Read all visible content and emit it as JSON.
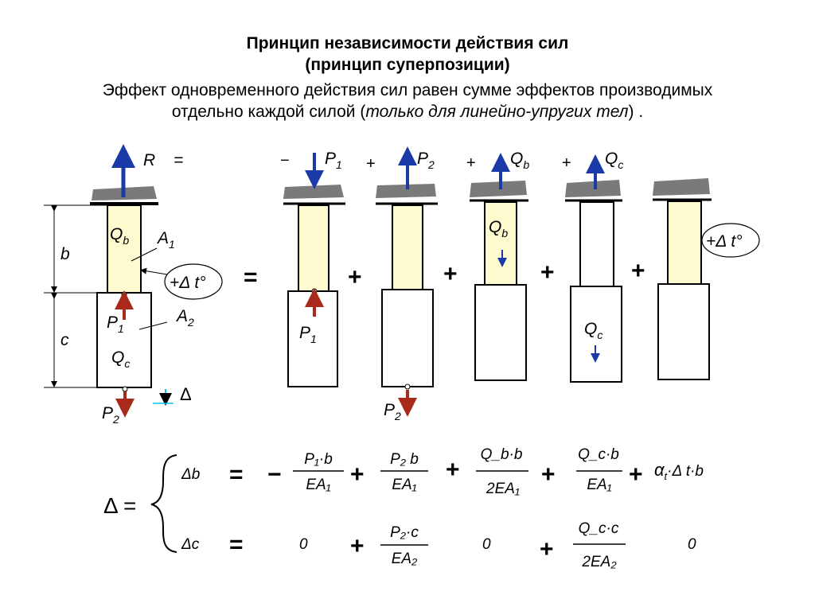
{
  "header": {
    "title_line1": "Принцип независимости действия сил",
    "title_line2": "(принцип суперпозиции)",
    "desc_line1": "Эффект одновременного действия сил равен сумме эффектов производимых",
    "desc_line2_pre": "отдельно каждой силой (",
    "desc_line2_italic": "только для линейно-упругих тел",
    "desc_line2_post": ") ."
  },
  "symbols": {
    "R": "R",
    "P": "P",
    "Q": "Q",
    "A": "A",
    "one": "1",
    "two": "2",
    "b": "b",
    "c": "c",
    "b_dim": "b",
    "c_dim": "c",
    "delta": "Δ",
    "plus_dt": "+Δ t°",
    "eq": "=",
    "plus": "+",
    "minus": "−"
  },
  "formula": {
    "lhs": "Δ =",
    "row1": {
      "var": "Δb",
      "eq": "=",
      "sign1": "−",
      "t1_num": "P₁·b",
      "t1_den": "EA₁",
      "plus": "+",
      "t2_num": "P₂ b",
      "t2_den": "EA₁",
      "t3_num": "Q_b·b",
      "t3_den": "2EA₁",
      "t4_num": "Q_c·b",
      "t4_den": "EA₁",
      "t5_alpha": "α",
      "t5_sub": "t",
      "t5_rest": "·Δ t·b"
    },
    "row2": {
      "var": "Δc",
      "eq": "=",
      "zero": "0",
      "plus": "+",
      "t2_num": "P₂·c",
      "t2_den": "EA₂",
      "t4_num": "Q_c·c",
      "t4_den": "2EA₂"
    }
  },
  "colors": {
    "support": "#7a7a7a",
    "upper_fill": "#fffbd0",
    "arrow_blue": "#1a3aa8",
    "arrow_red": "#a82a1a",
    "delta_cyan": "#00c8f0"
  }
}
